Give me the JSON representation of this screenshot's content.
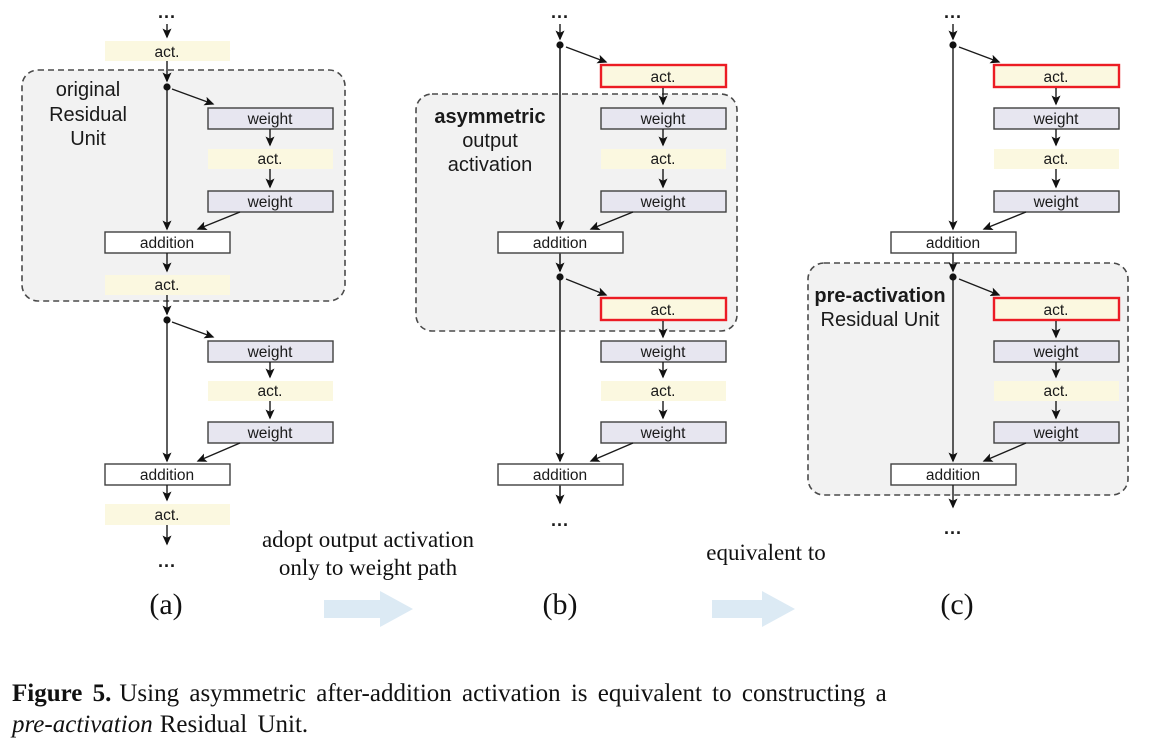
{
  "labels": {
    "act": "act.",
    "weight": "weight",
    "addition": "addition",
    "ellipsis": "..."
  },
  "regions": {
    "a": {
      "line1": "original",
      "line2": "Residual",
      "line3": "Unit"
    },
    "b": {
      "line1": "asymmetric",
      "line2": "output",
      "line3": "activation"
    },
    "c": {
      "line1": "pre-activation",
      "line2": "Residual Unit"
    }
  },
  "panels": {
    "a": "(a)",
    "b": "(b)",
    "c": "(c)"
  },
  "transitions": {
    "a_to_b_line1": "adopt output activation",
    "a_to_b_line2": "only to weight path",
    "b_to_c": "equivalent to"
  },
  "caption": {
    "label": "Figure 5.",
    "line1_rest": "Using asymmetric after-addition activation is equivalent to constructing a",
    "italic_term": "pre-activation",
    "line2_rest": "Residual Unit."
  },
  "colors": {
    "act_fill": "#FBF8E0",
    "weight_fill": "#E7E6F0",
    "addition_fill": "#FFFFFF",
    "box_border": "#404040",
    "red_border": "#EC1C24",
    "region_fill": "#F2F2F2",
    "region_border": "#4A4A4A",
    "flow_arrow_fill": "#DCEAF4",
    "line": "#1A1A1A"
  }
}
